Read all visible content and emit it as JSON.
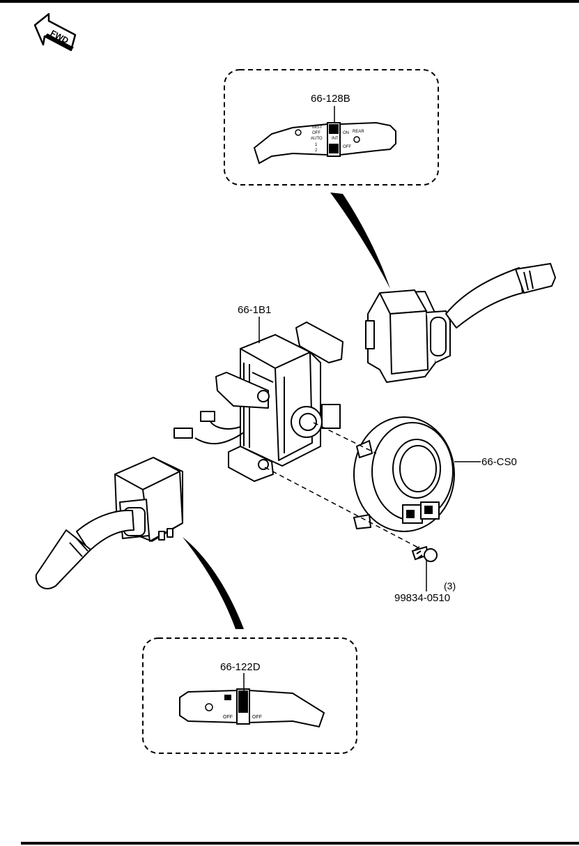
{
  "fwd_badge": "FWD",
  "parts": {
    "wiper_switch": "66-128B",
    "clock_spring_housing": "66-1B1",
    "clock_spring": "66-CS0",
    "screw_part_no": "99834-0510",
    "screw_qty": "(3)",
    "light_switch": "66-122D"
  },
  "wiper_stalk_markings": {
    "mist": "MIST",
    "off": "OFF",
    "auto": "AUTO",
    "one": "1",
    "two": "2",
    "int": "INT",
    "on": "ON",
    "rear": "REAR",
    "off2": "OFF"
  },
  "light_stalk_markings": {
    "off": "OFF",
    "off2": "OFF"
  }
}
